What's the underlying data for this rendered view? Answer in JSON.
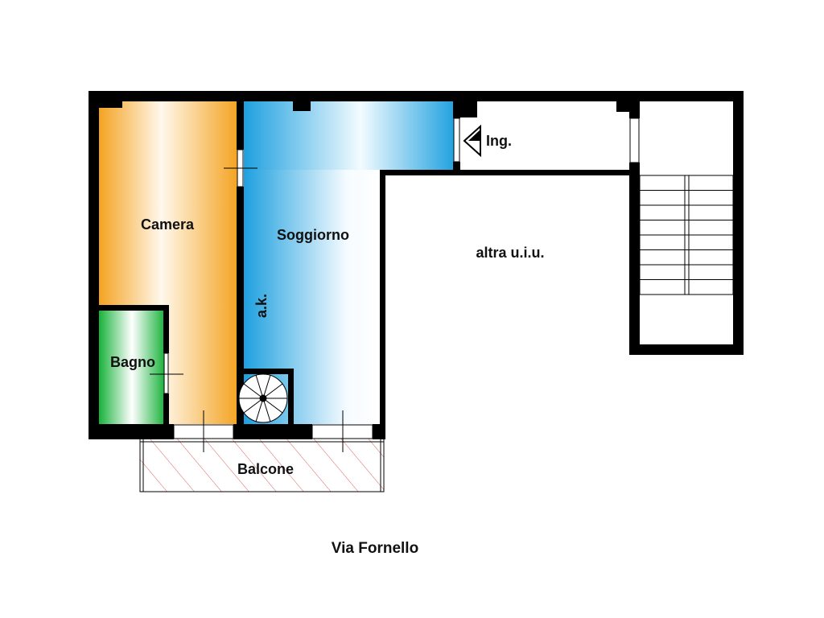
{
  "rooms": {
    "camera": "Camera",
    "soggiorno": "Soggiorno",
    "bagno": "Bagno",
    "balcone": "Balcone",
    "other_unit": "altra u.i.u.",
    "entrance": "Ing.",
    "ak": "a.k."
  },
  "street": "Via Fornello",
  "colors": {
    "wall": "#000000",
    "camera": "#f5a623",
    "soggiorno": "#1fa3e0",
    "bagno": "#18b33a",
    "hatch": "#e06060"
  },
  "stairs_steps": 8
}
